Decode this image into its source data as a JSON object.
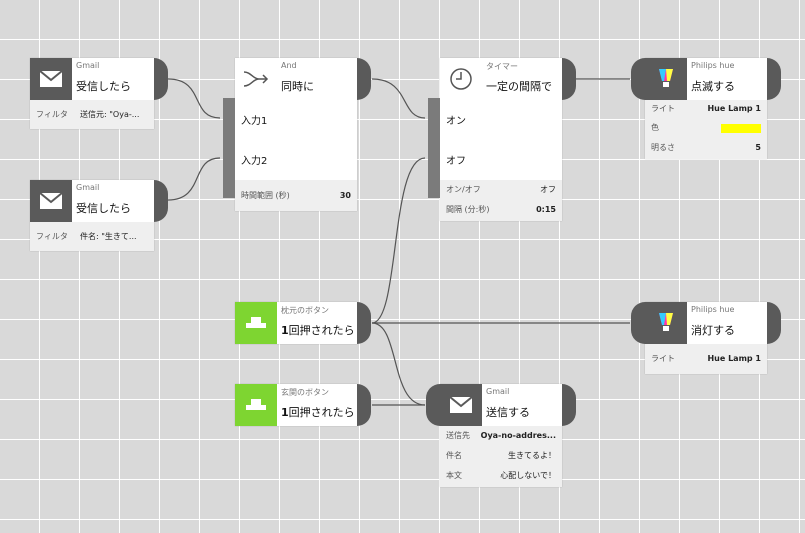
{
  "nodes": {
    "gmail1": {
      "service": "Gmail",
      "action": "受信したら",
      "param_label": "フィルタ",
      "param_value": "送信元: \"Oya-..."
    },
    "gmail2": {
      "service": "Gmail",
      "action": "受信したら",
      "param_label": "フィルタ",
      "param_value": "件名: \"生きて..."
    },
    "and": {
      "service": "And",
      "action": "同時に",
      "input1": "入力1",
      "input2": "入力2",
      "param_label": "時間範囲 (秒)",
      "param_value": "30"
    },
    "timer": {
      "service": "タイマー",
      "action": "一定の間隔で",
      "on": "オン",
      "off": "オフ",
      "param1_label": "オン/オフ",
      "param1_value": "オフ",
      "param2_label": "間隔 (分:秒)",
      "param2_value": "0:15"
    },
    "hue1": {
      "service": "Philips hue",
      "action": "点滅する",
      "light_label": "ライト",
      "light_value": "Hue Lamp 1",
      "color_label": "色",
      "color_value": "#ffff00",
      "brightness_label": "明るさ",
      "brightness_value": "5"
    },
    "pillow": {
      "service": "枕元のボタン",
      "count": "1",
      "action_rest": "回押されたら"
    },
    "entrance": {
      "service": "玄関のボタン",
      "count": "1",
      "action_rest": "回押されたら"
    },
    "hue2": {
      "service": "Philips hue",
      "action": "消灯する",
      "light_label": "ライト",
      "light_value": "Hue Lamp 1"
    },
    "gmail3": {
      "service": "Gmail",
      "action": "送信する",
      "to_label": "送信先",
      "to_value": "Oya-no-addres...",
      "subject_label": "件名",
      "subject_value": "生きてるよ！",
      "body_label": "本文",
      "body_value": "心配しないで！"
    }
  },
  "icons": {
    "gmail": "mail-icon",
    "and": "merge-arrows-icon",
    "timer": "clock-icon",
    "hue": "lightbulb-icon",
    "button": "push-button-icon"
  },
  "colors": {
    "port": "#5a5a5a",
    "button_green": "#7ed531",
    "wire": "#555555",
    "hue_color": "#ffff00"
  }
}
